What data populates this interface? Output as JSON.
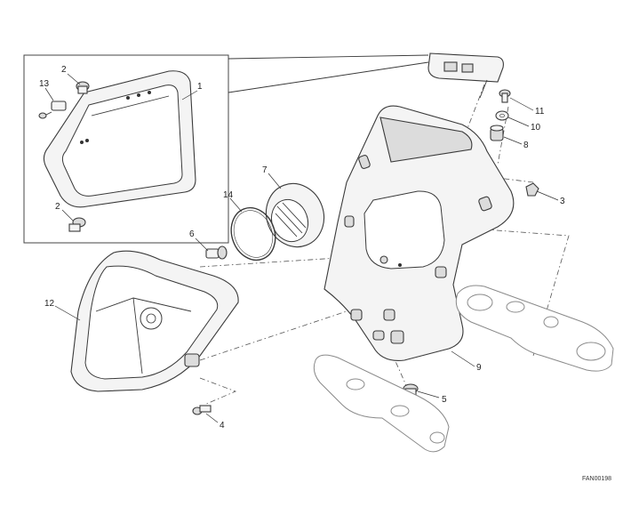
{
  "diagram": {
    "callouts": {
      "c1": "1",
      "c2a": "2",
      "c2b": "2",
      "c3": "3",
      "c4": "4",
      "c5": "5",
      "c6": "6",
      "c7": "7",
      "c8": "8",
      "c9": "9",
      "c10": "10",
      "c11": "11",
      "c12": "12",
      "c13": "13",
      "c14": "14"
    },
    "drawing_code": "FAN00198"
  }
}
